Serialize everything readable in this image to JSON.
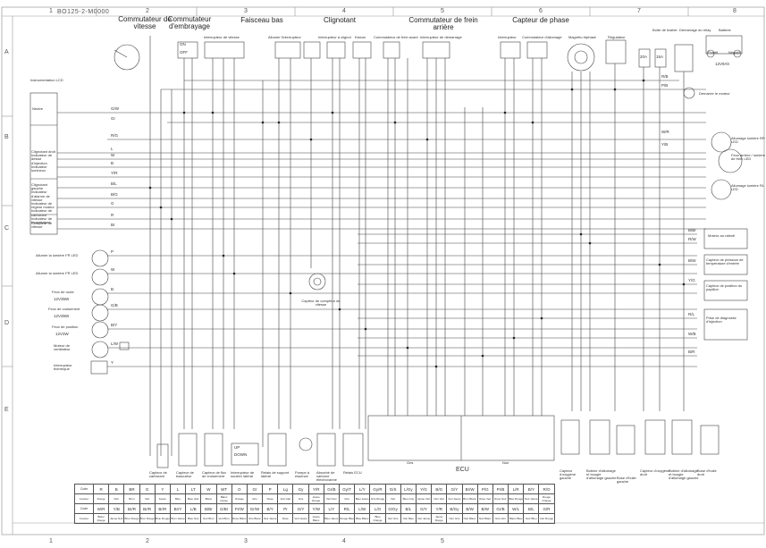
{
  "drawing_code": "BO125-2-M0000",
  "grid": {
    "columns": [
      "1",
      "2",
      "3",
      "4",
      "5",
      "6",
      "7",
      "8"
    ],
    "bottom_columns": [
      "1",
      "2",
      "3",
      "4",
      "5"
    ],
    "rows": [
      "A",
      "B",
      "C",
      "D",
      "E"
    ]
  },
  "headers": {
    "speed_switch": "Commutateur de vitesse",
    "clutch_switch": "Commutateur d'embrayage",
    "low_beam": "Faisceau bas",
    "turn_signal": "Clignotant",
    "rear_brake_switch": "Commutateur de frein arrière",
    "phase_sensor": "Capteur de phase"
  },
  "labels": {
    "speed_switch_sub": "Interrupteur de vitesse",
    "light_switch_sub": "Allumer l'interrupteur",
    "turn_switch_sub": "Interrupteur à clignot",
    "horn_sub": "Klaxon",
    "front_brake_sub": "Commutateur de frein avant",
    "start_switch_sub": "Interrupteur de démarrage",
    "kill_switch_sub": "Interrupteur",
    "ignition_switch_sub": "Commutateur d'allumage",
    "magneto": "Magnéto triphasé",
    "regulator": "Régulateur",
    "fuse_box": "Boîte de fusible",
    "start_relay": "Démarrage du relay",
    "battery": "Batterie",
    "battery_pos": "Positif",
    "battery_neg": "Négatif",
    "battery_rating": "12V9Ah",
    "starter_motor": "Démarrer le moteur",
    "fuse1": "20A",
    "fuse2": "15A",
    "lcd": "Instrumentation LCD",
    "neutral": "Neutre",
    "right_indicator": "Clignotant droit Indicateur de défaut d'injection Indicateur lumineux",
    "left_indicator": "Clignotant gauche Indicateur d'alarme de vitesse Indicateur de régime moteur Indicateur de carburant Indicateur de température",
    "speed_counter": "Compteur de vitesse",
    "lamp_fr": "Allumer la lumière FR LED",
    "lamp_fl": "Allumer la lumière FR LED",
    "headlight": "Feux de route",
    "headlight_rating": "12V35W",
    "low_beam_lamp": "Feux de croisement",
    "low_beam_rating": "12V35W",
    "position_light": "Feux de position",
    "position_rating": "12V3W",
    "fan_motor": "Moteur de ventilateur",
    "thermo_switch": "Interrupteur thermique",
    "speed_sensor": "Capteur de compteur de vitesse",
    "rr_lamp": "Allumage lumière RR LED",
    "tail_lamp": "Feux arrière / lumière de frein LED",
    "rl_lamp": "Allumage lumière RL LED",
    "idle_motor": "Moteur au ralenti",
    "pressure_sensor": "Capteur de pression de température d'entrée",
    "throttle_sensor": "Capteur de position du papillon",
    "diag_plug": "Prise de diagnostic d'injection",
    "fuel_sensor": "Capteur de carburant",
    "tilt_sensor": "Capteur de basculeur",
    "oil_sensor": "Capteur de flux de croisement",
    "side_stand": "Interrupteur de soutien latéral",
    "side_relay": "Relais de support latéral",
    "fuel_pump": "Pompe à essence",
    "injector": "Absorbé de carbone électrovanne",
    "ecu_relay": "Relais ECU",
    "gray": "Gris",
    "black": "Noir",
    "ecu": "ECU",
    "o2_left": "Capteur d'oxygène gauche",
    "coil_left": "Bobine d'allumage et bougie d'allumage gauche",
    "oil_left": "Buse d'huile gauche",
    "o2_right": "Capteur d'oxygène droit",
    "coil_right": "Bobine d'allumage et bougie d'allumage gauche",
    "oil_right": "Buse d'huile droit",
    "on": "ON",
    "off": "OFF",
    "up": "UP",
    "down": "DOWN"
  },
  "wire_tags": [
    "G/W",
    "Gr",
    "R/G",
    "L",
    "W",
    "B",
    "Y/R",
    "B/L",
    "B/G",
    "G",
    "R",
    "Br",
    "P",
    "W",
    "B",
    "G/B",
    "B/Y",
    "L/W",
    "Y",
    "B/Br",
    "R/W",
    "B/W",
    "Y/G",
    "R/L",
    "W/B",
    "B/R",
    "R/B",
    "P/B",
    "W/R",
    "Y/B"
  ],
  "color_codes": {
    "rows": [
      [
        "Code",
        "R",
        "B",
        "BR",
        "G",
        "Y",
        "L",
        "LT",
        "W",
        "WT",
        "O",
        "Gr",
        "P",
        "Lg",
        "Gy",
        "Y/R",
        "Gr/B",
        "Gy/T",
        "L/Y",
        "Gy/R",
        "G/S",
        "L/Gy",
        "Y/G",
        "B/G",
        "G/Y",
        "Br/W",
        "P/G",
        "Pr/B",
        "L/R",
        "B/Y",
        "R/O"
      ],
      [
        "Couleur",
        "Rouge",
        "Noir",
        "Brun",
        "Vert",
        "Jaune",
        "Bleu",
        "Bleu clair",
        "Blanc",
        "Blanc transp",
        "Orange",
        "Gris",
        "Rose",
        "Vert clair",
        "Gris",
        "Jaune Rouge",
        "Vert Noir",
        "Gris",
        "Bleu Jaune",
        "Gris Rouge",
        "Vert",
        "Bleu Gris",
        "Jaune Vert",
        "Noir Vert",
        "Vert Jaune",
        "Brun Blanc",
        "Rose Vert",
        "Rose Noir",
        "Bleu Rouge",
        "Noir Jaune",
        "Rouge Orange"
      ],
      [
        "Code",
        "W/R",
        "Y/B",
        "Br/R",
        "Br/R",
        "Br/R",
        "Br/Y",
        "L/B",
        "B/Br",
        "G/Br",
        "Pr/W",
        "Gr/W",
        "B/Y",
        "Pr",
        "G/Y",
        "Y/W",
        "L/Y",
        "R/L",
        "L/W",
        "L/O",
        "G/Gy",
        "B/L",
        "G/Y",
        "Y/R",
        "B/Gy",
        "B/W",
        "B/W",
        "Gr/B",
        "W/L",
        "B/L",
        "G/R"
      ],
      [
        "Couleur",
        "Blanc Rouge",
        "Jaune Noir",
        "Brun Rouge",
        "Brun Rouge",
        "Brun Rouge",
        "Brun Jaune",
        "Bleu Noir",
        "Noir Brun",
        "Vert Brun",
        "Rose Blanc",
        "Gris Blanc",
        "Noir Jaune",
        "Rose",
        "Vert Jaune",
        "Jaune Blanc",
        "Bleu Jaune",
        "Rouge Bleu",
        "Bleu Blanc",
        "Bleu Orange",
        "Vert Gris",
        "Noir Bleu",
        "Vert Jaune",
        "Jaune Rouge",
        "Noir Gris",
        "Noir Blanc",
        "Noir Blanc",
        "Gris Noir",
        "Blanc Bleu",
        "Noir Bleu",
        "Vert Rouge"
      ]
    ]
  }
}
